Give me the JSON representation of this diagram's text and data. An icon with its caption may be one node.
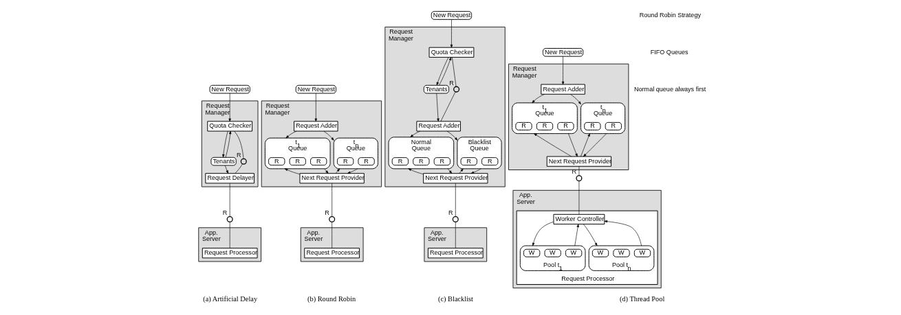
{
  "diagram": {
    "nodes": [
      {
        "text": [
          "New Request"
        ]
      },
      {
        "text": [
          "Request Manager"
        ]
      },
      {
        "text": [
          "Quota Checker"
        ],
        "in": 1
      },
      {
        "text": [
          "Tenants"
        ],
        "in": 1
      },
      {
        "text": [],
        "shape": "circle",
        "in": 1,
        "beside": [
          "R"
        ]
      },
      {
        "text": [
          "Request Delayer"
        ],
        "in": 1
      },
      {
        "text": [],
        "shape": "circle",
        "beside": [
          "R"
        ]
      },
      {
        "text": [
          "App. Server"
        ]
      },
      {
        "text": [
          "Request Processor"
        ],
        "in": 7
      },
      {
        "text": [
          "New Request"
        ]
      },
      {
        "text": [
          "Request Manager"
        ]
      },
      {
        "text": [
          "Request Adder"
        ],
        "in": 10
      },
      {
        "text": [
          "t$_{1}$ Queue"
        ],
        "in": 10
      },
      {
        "text": [
          "R"
        ],
        "in": 12
      },
      {
        "text": [
          "R"
        ],
        "in": 12
      },
      {
        "text": [
          "R"
        ],
        "in": 12
      },
      {
        "text": [
          "t$_{n}$ Queue"
        ],
        "in": 10
      },
      {
        "text": [
          "R"
        ],
        "in": 16
      },
      {
        "text": [
          "R"
        ],
        "in": 16
      },
      {
        "text": [
          "Next Request Provider"
        ],
        "in": 10
      },
      {
        "text": [],
        "shape": "circle",
        "beside": [
          "R"
        ]
      },
      {
        "text": [
          "App. Server"
        ]
      },
      {
        "text": [
          "Request Processor"
        ],
        "in": 21
      },
      {
        "text": [
          "New Request"
        ]
      },
      {
        "text": [
          "Request Manager"
        ]
      },
      {
        "text": [
          "Quota Checker"
        ],
        "in": 24
      },
      {
        "text": [
          "Tenants"
        ],
        "in": 24
      },
      {
        "text": [],
        "shape": "circle",
        "in": 24,
        "beside": [
          "R"
        ]
      },
      {
        "text": [
          "Request Adder"
        ],
        "in": 24
      },
      {
        "text": [
          "Normal Queue"
        ],
        "in": 24
      },
      {
        "text": [
          "R"
        ],
        "in": 29
      },
      {
        "text": [
          "R"
        ],
        "in": 29
      },
      {
        "text": [
          "R"
        ],
        "in": 29
      },
      {
        "text": [
          "Blacklist Queue"
        ],
        "in": 24
      },
      {
        "text": [
          "R"
        ],
        "in": 33
      },
      {
        "text": [
          "R"
        ],
        "in": 33
      },
      {
        "text": [
          "Next Request Provider"
        ],
        "in": 24
      },
      {
        "text": [],
        "shape": "circle",
        "beside": [
          "R"
        ]
      },
      {
        "text": [
          "App. Server"
        ]
      },
      {
        "text": [
          "Request Processor"
        ],
        "in": 38
      },
      {
        "text": [
          "New Request"
        ]
      },
      {
        "text": [
          "Request Manager"
        ]
      },
      {
        "text": [
          "Request Adder"
        ],
        "in": 41
      },
      {
        "text": [
          "t$_{1}$ Queue"
        ],
        "in": 41
      },
      {
        "text": [
          "R"
        ],
        "in": 43
      },
      {
        "text": [
          "R"
        ],
        "in": 43
      },
      {
        "text": [
          "R"
        ],
        "in": 43
      },
      {
        "text": [
          "t$_{n}$ Queue"
        ],
        "in": 41
      },
      {
        "text": [
          "R"
        ],
        "in": 47
      },
      {
        "text": [
          "R"
        ],
        "in": 47
      },
      {
        "text": [
          "Next Request Provider"
        ],
        "in": 41
      },
      {
        "text": [],
        "shape": "circle",
        "beside": [
          "R"
        ]
      },
      {
        "text": [
          "App. Server"
        ]
      },
      {
        "text": [
          "Request Processor"
        ],
        "in": 52
      },
      {
        "text": [
          "Worker Controller"
        ],
        "in": 53
      },
      {
        "text": [
          "Pool t$_{1}$"
        ],
        "in": 53
      },
      {
        "text": [
          "W"
        ],
        "in": 55
      },
      {
        "text": [
          "W"
        ],
        "in": 55
      },
      {
        "text": [
          "W"
        ],
        "in": 55
      },
      {
        "text": [
          "Pool t$_{n}$"
        ],
        "in": 53
      },
      {
        "text": [
          "W"
        ],
        "in": 59
      },
      {
        "text": [
          "W"
        ],
        "in": 59
      },
      {
        "text": [
          "W"
        ],
        "in": 59
      }
    ],
    "edges": [
      {
        "from": 0,
        "to": 2,
        "arrow": "to"
      },
      {
        "from": 2,
        "to": 3,
        "arrow": "to"
      },
      {
        "from": 3,
        "to": 2,
        "arrow": "to"
      },
      {
        "from": 2,
        "to": 4,
        "arrow": "none"
      },
      {
        "from": 4,
        "to": 5,
        "arrow": "none"
      },
      {
        "from": 3,
        "to": 5,
        "arrow": "to"
      },
      {
        "from": 5,
        "to": 6,
        "arrow": "none"
      },
      {
        "from": 6,
        "to": 8,
        "arrow": "none"
      },
      {
        "from": 9,
        "to": 11,
        "arrow": "to"
      },
      {
        "from": 11,
        "to": 12,
        "arrow": "to"
      },
      {
        "from": 11,
        "to": 16,
        "arrow": "to"
      },
      {
        "from": 12,
        "to": 19,
        "arrow": "to"
      },
      {
        "from": 19,
        "to": 12,
        "arrow": "to"
      },
      {
        "from": 16,
        "to": 19,
        "arrow": "to"
      },
      {
        "from": 19,
        "to": 16,
        "arrow": "to"
      },
      {
        "from": 19,
        "to": 20,
        "arrow": "none"
      },
      {
        "from": 20,
        "to": 22,
        "arrow": "none"
      },
      {
        "from": 23,
        "to": 25,
        "arrow": "to"
      },
      {
        "from": 25,
        "to": 26,
        "arrow": "to"
      },
      {
        "from": 26,
        "to": 25,
        "arrow": "to"
      },
      {
        "from": 25,
        "to": 27,
        "arrow": "none"
      },
      {
        "from": 27,
        "to": 28,
        "arrow": "none"
      },
      {
        "from": 26,
        "to": 28,
        "arrow": "to"
      },
      {
        "from": 28,
        "to": 29,
        "arrow": "to"
      },
      {
        "from": 28,
        "to": 33,
        "arrow": "to"
      },
      {
        "from": 29,
        "to": 36,
        "arrow": "to"
      },
      {
        "from": 36,
        "to": 29,
        "arrow": "to"
      },
      {
        "from": 33,
        "to": 36,
        "arrow": "to"
      },
      {
        "from": 36,
        "to": 33,
        "arrow": "to"
      },
      {
        "from": 36,
        "to": 37,
        "arrow": "none"
      },
      {
        "from": 37,
        "to": 39,
        "arrow": "none"
      },
      {
        "from": 40,
        "to": 42,
        "arrow": "to"
      },
      {
        "from": 42,
        "to": 43,
        "arrow": "to"
      },
      {
        "from": 42,
        "to": 47,
        "arrow": "to"
      },
      {
        "from": 43,
        "to": 50,
        "arrow": "to"
      },
      {
        "from": 50,
        "to": 43,
        "arrow": "to"
      },
      {
        "from": 47,
        "to": 50,
        "arrow": "to"
      },
      {
        "from": 50,
        "to": 47,
        "arrow": "to"
      },
      {
        "from": 50,
        "to": 51,
        "arrow": "none"
      },
      {
        "from": 51,
        "to": 54,
        "arrow": "none"
      },
      {
        "from": 54,
        "to": 55,
        "arrow": "to"
      },
      {
        "from": 55,
        "to": 54,
        "arrow": "to"
      },
      {
        "from": 54,
        "to": 59,
        "arrow": "to"
      },
      {
        "from": 59,
        "to": 54,
        "arrow": "to"
      }
    ],
    "labels": [
      "Round Robin Strategy",
      "FIFO Queues",
      "Normal queue always first",
      "(a) Artificial Delay",
      "(b) Round Robin",
      "(c) Blacklist",
      "(d) Thread Pool"
    ]
  }
}
